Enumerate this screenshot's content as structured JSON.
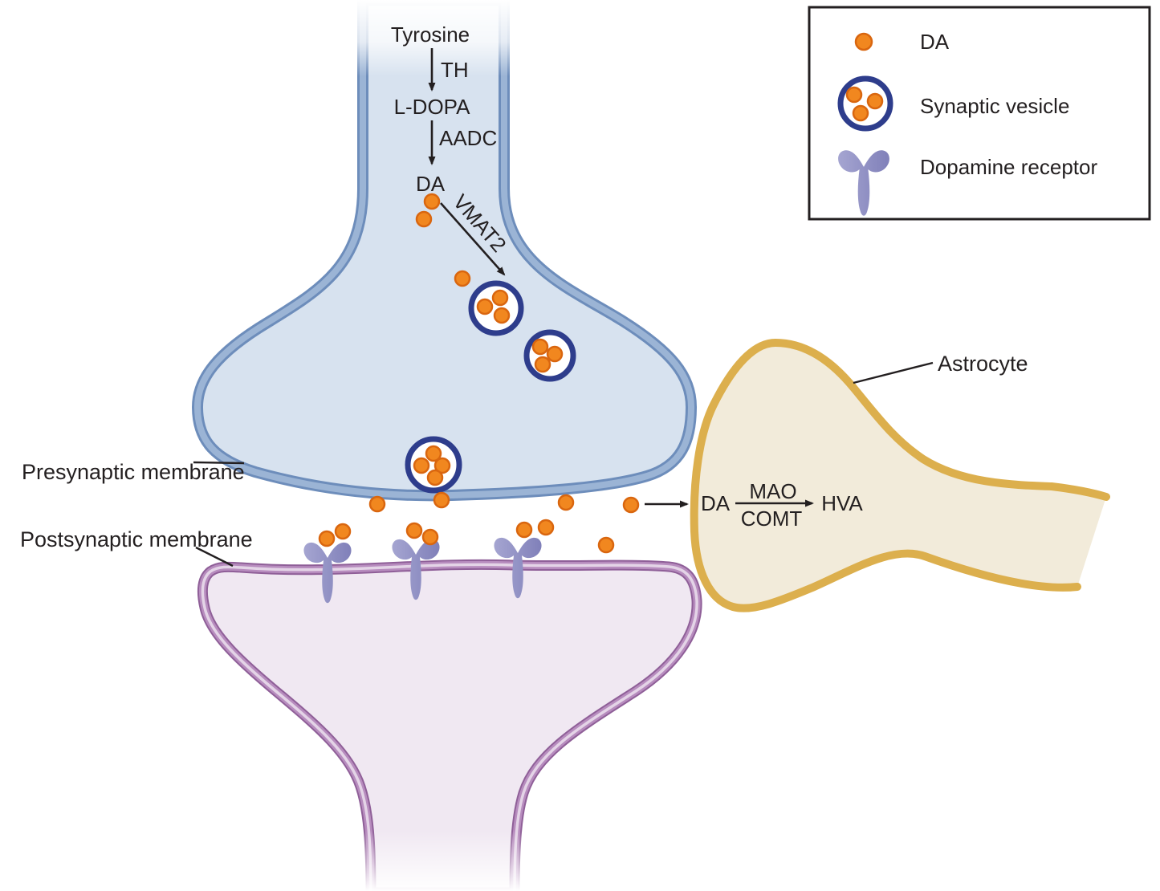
{
  "pathway": {
    "substrate": "Tyrosine",
    "enzyme_th": "TH",
    "intermediate": "L-DOPA",
    "enzyme_aadc": "AADC",
    "neurotransmitter": "DA",
    "transporter": "VMAT2"
  },
  "structures": {
    "presynaptic_label": "Presynaptic membrane",
    "postsynaptic_label": "Postsynaptic membrane",
    "astrocyte_label": "Astrocyte"
  },
  "astrocyte_metabolism": {
    "substrate": "DA",
    "enzyme_mao": "MAO",
    "enzyme_comt": "COMT",
    "product": "HVA"
  },
  "legend": {
    "items": [
      {
        "symbol": "da-dot",
        "label": "DA"
      },
      {
        "symbol": "synaptic-vesicle",
        "label": "Synaptic vesicle"
      },
      {
        "symbol": "dopamine-receptor",
        "label": "Dopamine receptor"
      }
    ]
  },
  "colors": {
    "da_orange": "#F1871F",
    "da_orange_border": "#D9660F",
    "vesicle_ring_navy": "#2E3D8C",
    "receptor_purple": "#8D8DC4",
    "presynaptic_blue_fill": "#D7E2EF",
    "presynaptic_blue_border": "#6D8DBB",
    "postsynaptic_pink_fill": "#F0E8F2",
    "postsynaptic_purple_border": "#8F5F98",
    "astrocyte_tan_fill": "#F2EBDA",
    "astrocyte_gold_border": "#DCAF4D",
    "text_ink": "#231F20"
  }
}
